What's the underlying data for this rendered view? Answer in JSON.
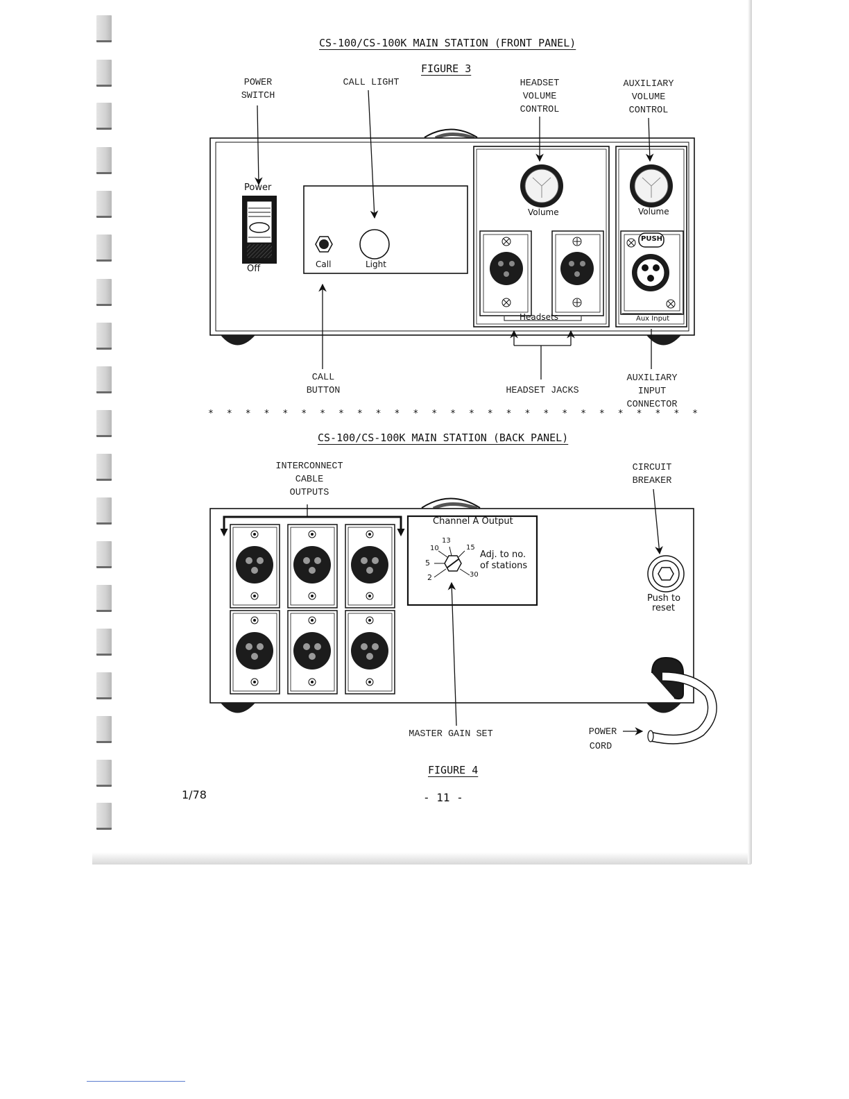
{
  "front_panel": {
    "title": "CS-100/CS-100K MAIN STATION (FRONT PANEL)",
    "figure_label": "FIGURE 3",
    "callouts": {
      "power_switch": "POWER\nSWITCH",
      "call_light": "CALL LIGHT",
      "headset_volume": "HEADSET\nVOLUME\nCONTROL",
      "aux_volume": "AUXILIARY\nVOLUME\nCONTROL",
      "call_button": "CALL\nBUTTON",
      "headset_jacks": "HEADSET JACKS",
      "aux_input": "AUXILIARY\nINPUT\nCONNECTOR"
    },
    "panel_text": {
      "power": "Power",
      "off": "Off",
      "call": "Call",
      "light": "Light",
      "volume_headset": "Volume",
      "volume_aux": "Volume",
      "push": "PUSH",
      "headsets": "Headsets",
      "aux_input": "Aux Input"
    }
  },
  "separator": "* * * * * * * * * * * * * * * * * * * * * * * * * * * * * * * * * * * * * * *",
  "back_panel": {
    "title": "CS-100/CS-100K MAIN STATION (BACK PANEL)",
    "figure_label": "FIGURE 4",
    "callouts": {
      "interconnect": "INTERCONNECT\nCABLE\nOUTPUTS",
      "circuit_breaker": "CIRCUIT\nBREAKER",
      "master_gain": "MASTER GAIN SET",
      "power_cord_line1": "POWER",
      "power_cord_line2": "CORD"
    },
    "panel_text": {
      "channel_output": "Channel A Output",
      "dial_marks": [
        "2",
        "5",
        "10",
        "13",
        "15",
        "30"
      ],
      "adj_line1": "Adj. to no.",
      "adj_line2": "of stations",
      "push_to": "Push to",
      "reset": "reset"
    }
  },
  "footer": {
    "date": "1/78",
    "page_number": "- 11 -"
  }
}
